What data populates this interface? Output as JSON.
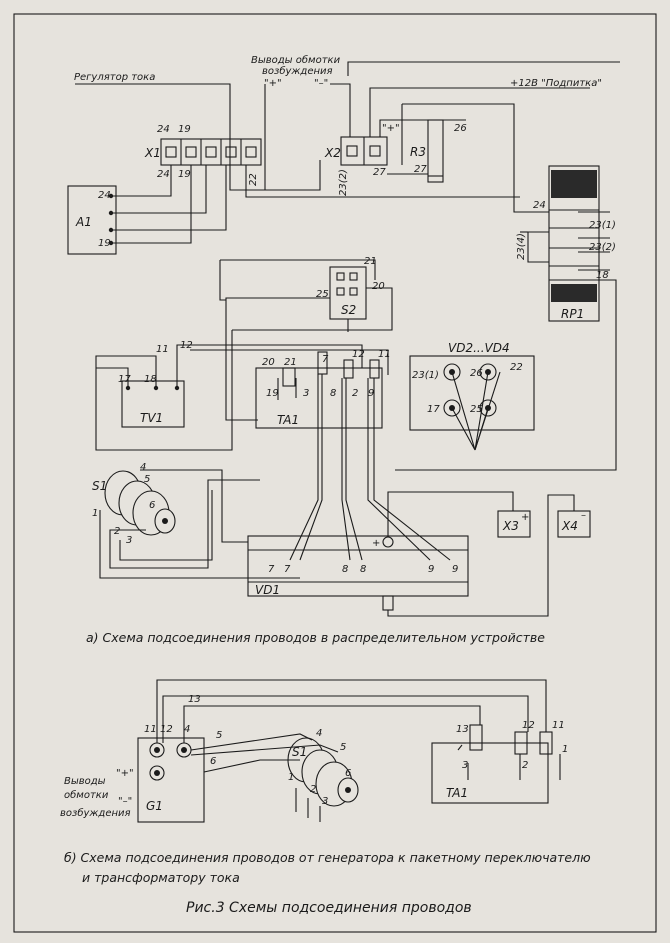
{
  "figure": {
    "caption_a": "а) Схема подсоединения проводов в распределительном устройстве",
    "caption_b_line1": "б) Схема подсоединения проводов  от генератора к пакетному переключателю",
    "caption_b_line2": "и трансформатору тока",
    "title": "Рис.3   Схемы подсоединения проводов"
  },
  "diagram_a": {
    "reg_label": "Регулятор тока",
    "field_line1": "Выводы обмотки",
    "field_line2": "возбуждения",
    "field_plus": "\"+\"",
    "field_minus": "\"–\"",
    "supply_label": "+12В \"Подпитка\"",
    "plus_label": "\"+\"",
    "components": {
      "x1": "X1",
      "x2": "X2",
      "r3": "R3",
      "a1": "A1",
      "rp1": "RP1",
      "s2": "S2",
      "tv1": "TV1",
      "ta1": "TA1",
      "vd": "VD2...VD4",
      "s1": "S1",
      "vd1": "VD1",
      "x3": "X3",
      "x4": "X4"
    },
    "marks": {
      "n24": "24",
      "n19": "19",
      "n22": "22",
      "n23_2": "23(2)",
      "n27": "27",
      "n26": "26",
      "n23_1": "23(1)",
      "n23_4": "23(4)",
      "n18": "18",
      "n21": "21",
      "n20": "20",
      "n25": "25",
      "n11": "11",
      "n12": "12",
      "n17": "17",
      "n7": "7",
      "n8": "8",
      "n9": "9",
      "n1": "1",
      "n2": "2",
      "n3": "3",
      "n4": "4",
      "n5": "5",
      "n6": "6",
      "plus": "+",
      "minus": "–"
    }
  },
  "diagram_b": {
    "field_line1": "Выводы",
    "field_line2": "обмотки",
    "field_line3": "возбуждения",
    "plus": "\"+\"",
    "minus": "\"–\"",
    "g1": "G1",
    "s1": "S1",
    "ta1": "TA1",
    "marks": {
      "n11": "11",
      "n12": "12",
      "n13": "13",
      "n4": "4",
      "n5": "5",
      "n6": "6",
      "n1": "1",
      "n2": "2",
      "n3": "3"
    }
  }
}
